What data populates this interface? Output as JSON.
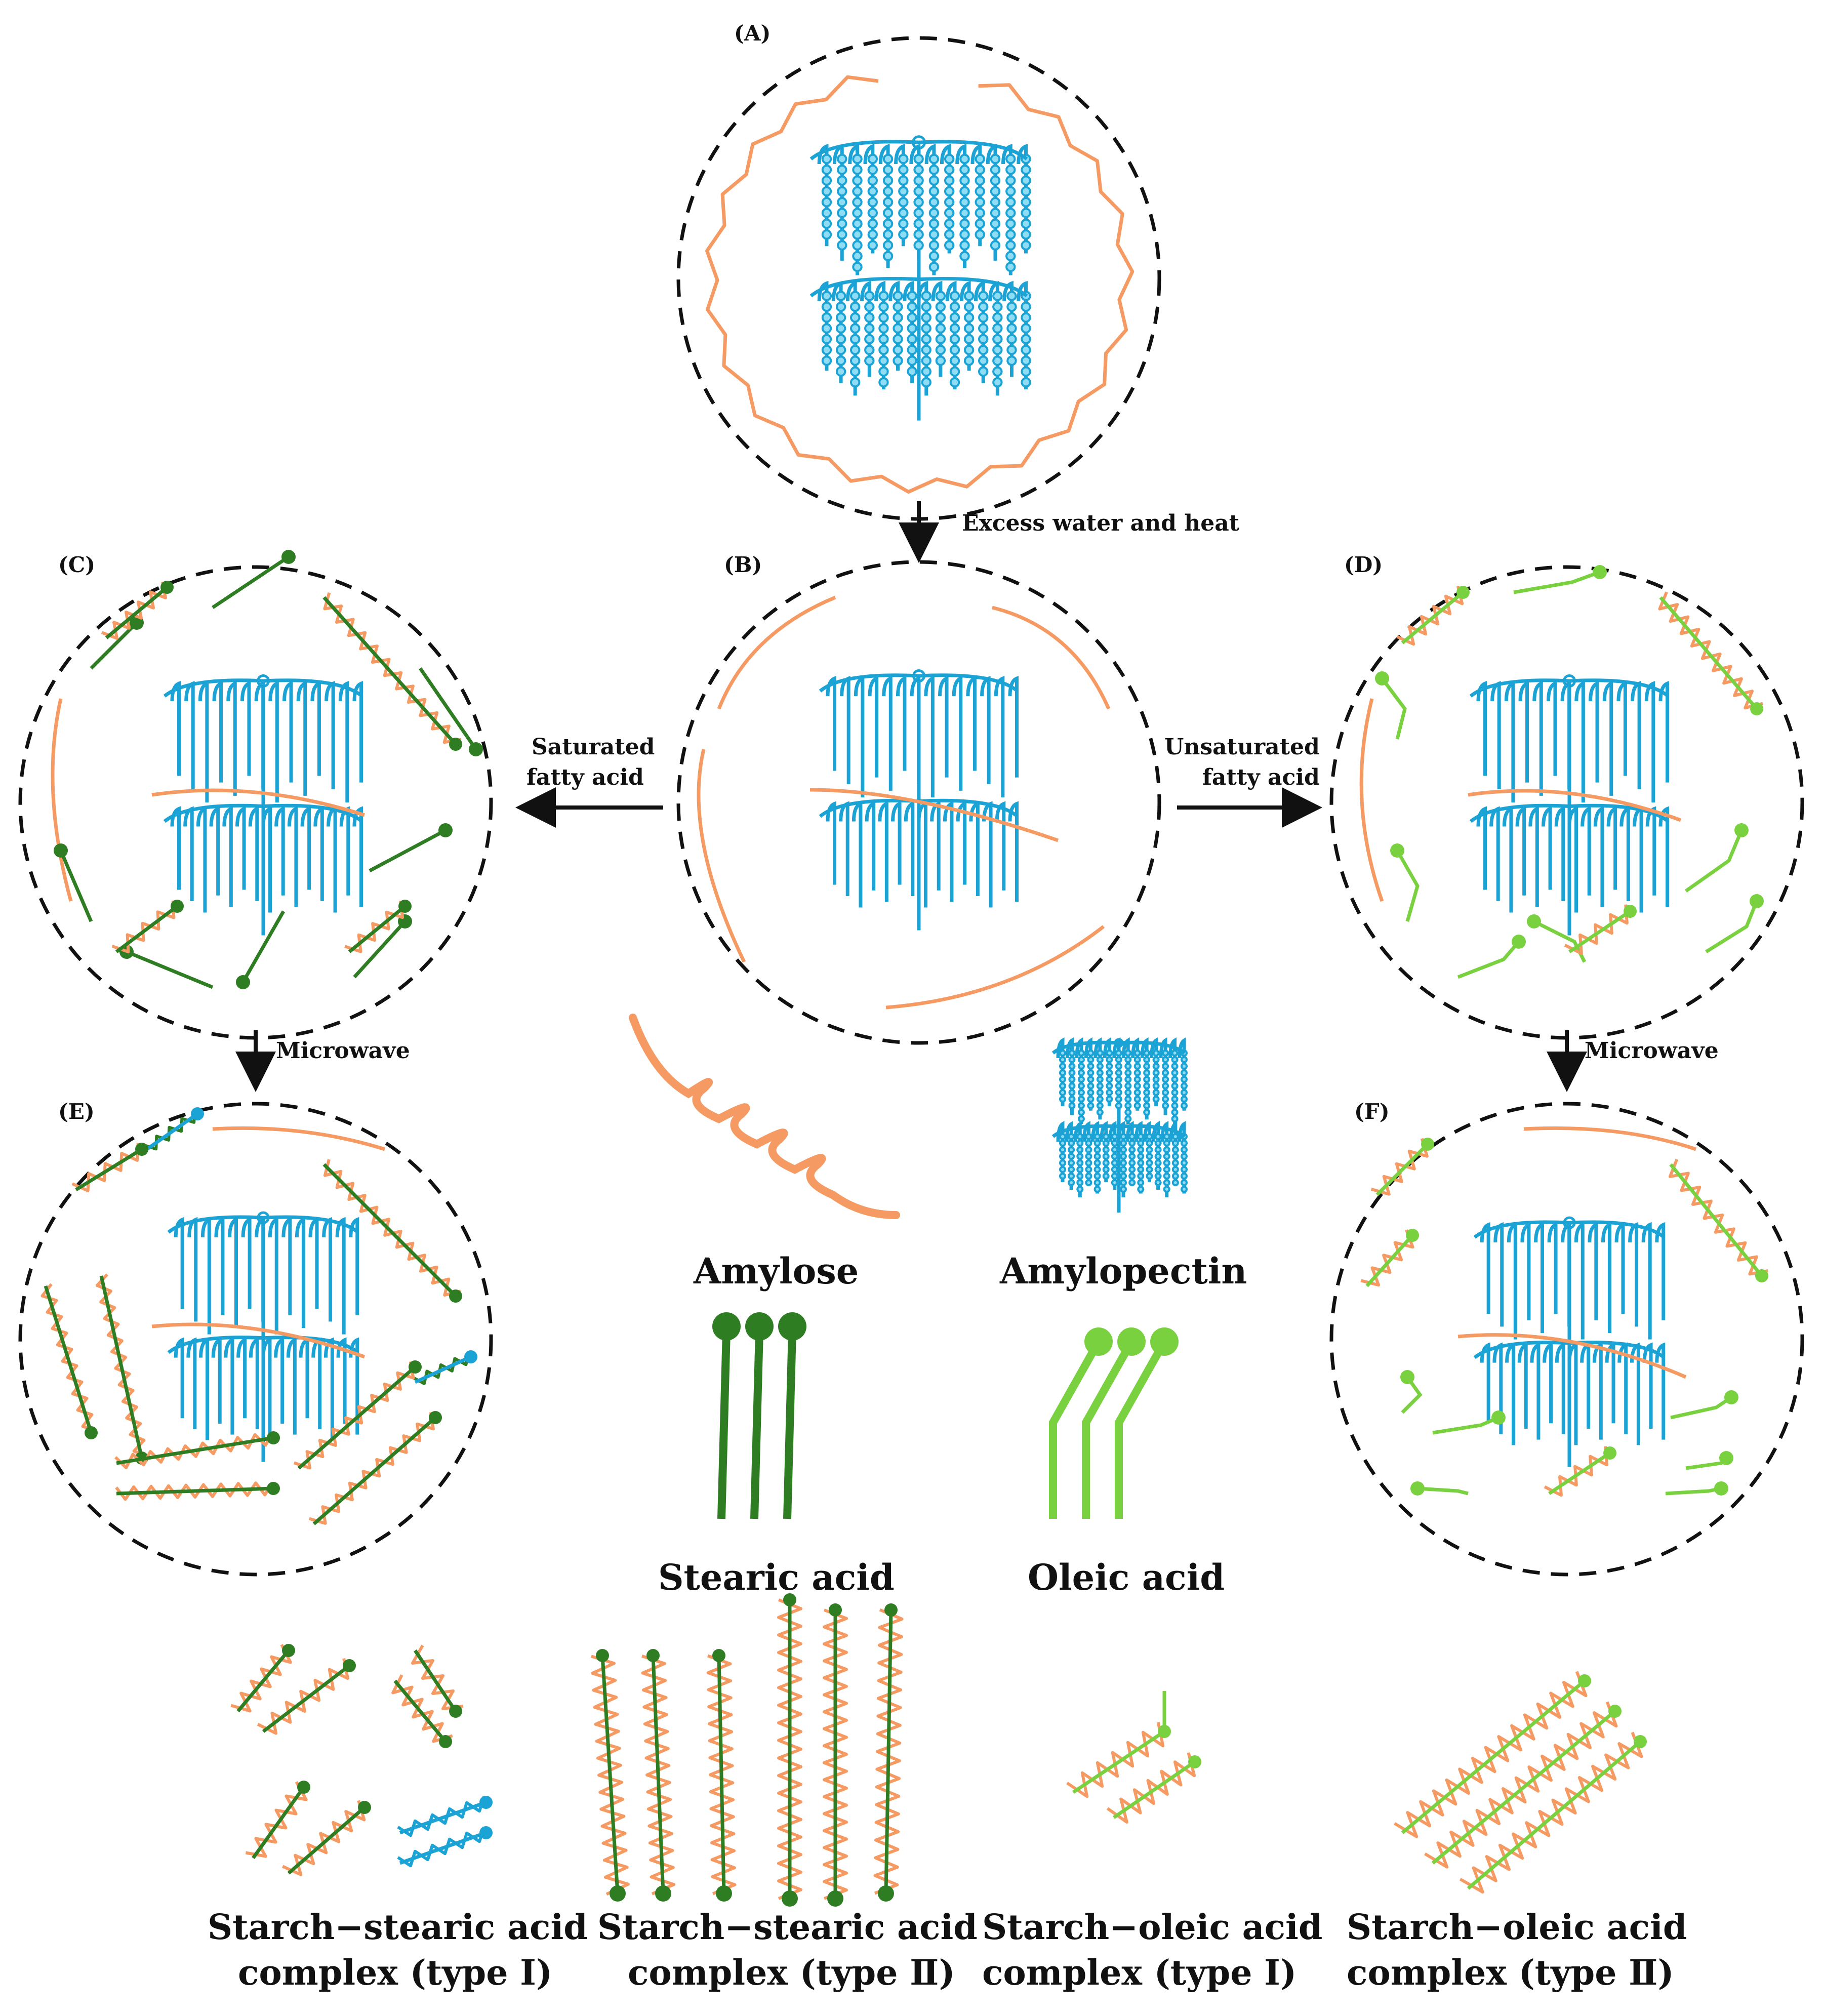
{
  "colors": {
    "amylopectin": "#1aa3d4",
    "amylose": "#f59a62",
    "stearic": "#2e7d23",
    "oleic": "#7ad13f",
    "dash": "#111111"
  },
  "panels": {
    "A": "(A)",
    "B": "(B)",
    "C": "(C)",
    "D": "(D)",
    "E": "(E)",
    "F": "(F)"
  },
  "arrows": {
    "a_to_b": "Excess water and heat",
    "saturated_1": "Saturated",
    "saturated_2": "fatty acid",
    "unsaturated_1": "Unsaturated",
    "unsaturated_2": "fatty acid",
    "microwave_left": "Microwave",
    "microwave_right": "Microwave"
  },
  "legend": {
    "amylose": "Amylose",
    "amylopectin": "Amylopectin",
    "stearic": "Stearic acid",
    "oleic": "Oleic acid"
  },
  "complexes": {
    "stearic_1_line1": "Starch−stearic acid",
    "stearic_1_line2": "complex (type Ⅰ)",
    "stearic_2_line1": "Starch−stearic acid",
    "stearic_2_line2": "complex (type Ⅱ)",
    "oleic_1_line1": "Starch−oleic acid",
    "oleic_1_line2": "complex (type Ⅰ)",
    "oleic_2_line1": "Starch−oleic acid",
    "oleic_2_line2": "complex (type Ⅱ)"
  }
}
